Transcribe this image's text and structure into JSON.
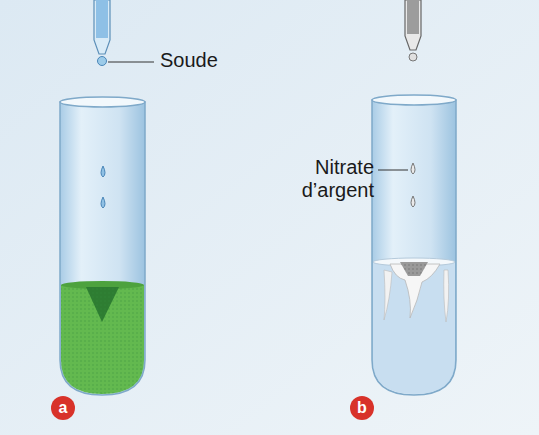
{
  "diagram": {
    "nodes": [
      {
        "text": [
          "a"
        ]
      },
      {
        "text": [
          "b"
        ]
      }
    ],
    "labels": [
      "Soude",
      "Nitrate d’argent"
    ]
  }
}
